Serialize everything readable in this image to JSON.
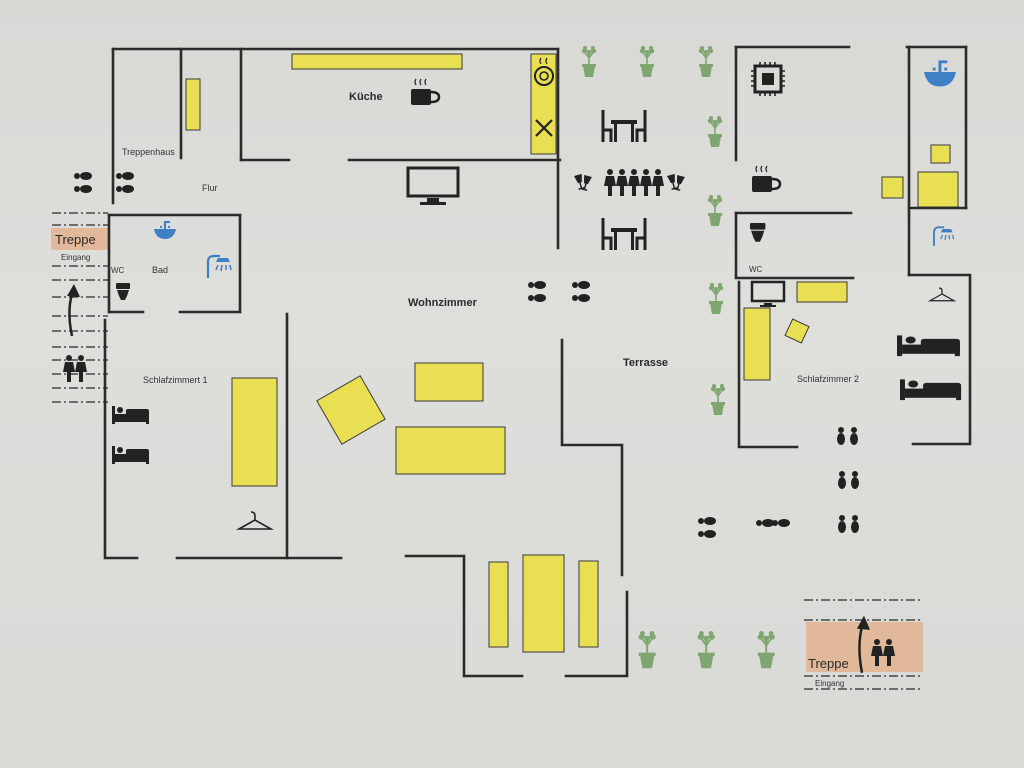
{
  "plan": {
    "colors": {
      "wall": "#2b2b2b",
      "furniture": "#e8e052",
      "furniture_stroke": "#3a3a3a",
      "plant": "#7fa670",
      "fixture": "#3f7fc4",
      "stair_highlight": "#e2b89a",
      "icon": "#222222",
      "paper": "#dcdcd9"
    },
    "rooms": {
      "kitchen": "Küche",
      "stairwell": "Treppenhaus",
      "hallway": "Flur",
      "bathroom": "Bad",
      "wc_west": "WC",
      "wc_east": "WC",
      "living_room": "Wohnzimmer",
      "terrace": "Terrasse",
      "bedroom_1": "Schlafzimmert 1",
      "bedroom_2": "Schlafzimmer 2"
    },
    "entrances": {
      "west": {
        "stairs_label": "Treppe",
        "entrance_label": "Eingang"
      },
      "east": {
        "stairs_label": "Treppe",
        "entrance_label": "Eingang"
      }
    },
    "icons": [
      "coffee-mug-icon",
      "stove-icon",
      "cutlery-icon",
      "tv-icon",
      "sink-icon",
      "shower-icon",
      "toilet-icon",
      "bed-icon",
      "hanger-icon",
      "plant-icon",
      "footprints-icon",
      "dining-table-icon",
      "people-icon",
      "cheers-icon",
      "chip-icon",
      "monitor-icon",
      "arrow-up-icon"
    ]
  }
}
